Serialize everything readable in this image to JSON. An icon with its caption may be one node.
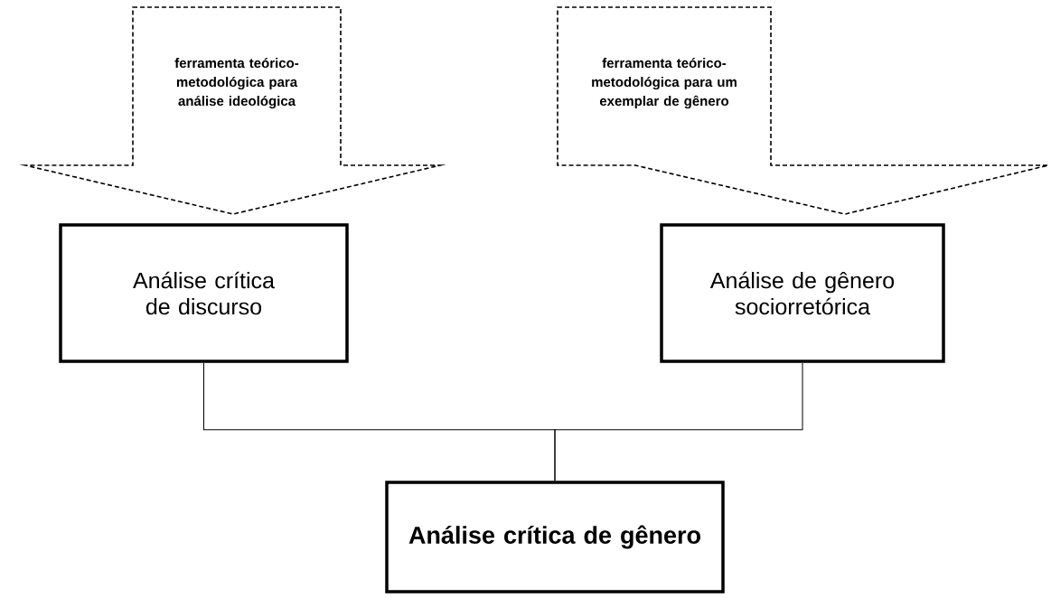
{
  "diagram": {
    "nodes": [
      {
        "text": [
          "ferramenta teórico-metodológica para análise ideológica"
        ]
      },
      {
        "text": [
          "ferramenta teórico-metodológica para um exemplar de gênero"
        ]
      },
      {
        "text": [
          "Análise crítica de discurso"
        ]
      },
      {
        "text": [
          "Análise de gênero sociorretórica"
        ]
      },
      {
        "text": [
          "Análise crítica de gênero"
        ]
      }
    ],
    "edges": [
      {
        "from": 2,
        "to": 4,
        "arrow": "none"
      },
      {
        "from": 3,
        "to": 4,
        "arrow": "none"
      }
    ]
  }
}
